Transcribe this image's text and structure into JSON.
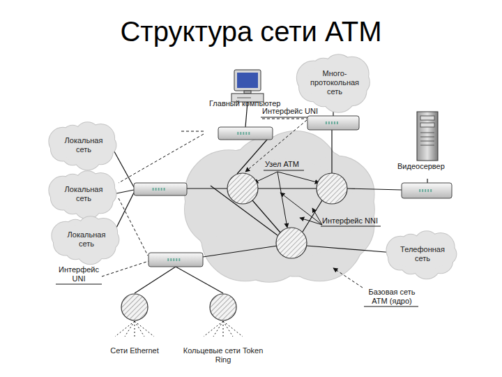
{
  "diagram": {
    "title": "Структура сети ATM",
    "nodes": [
      {
        "text": [
          "Много- протокольная сеть"
        ]
      },
      {
        "text": [
          "Локальная сеть"
        ]
      },
      {
        "text": [
          "Локальная сеть"
        ]
      },
      {
        "text": [
          "Локальная сеть"
        ]
      },
      {
        "text": [
          "Телефонная сеть"
        ]
      },
      {
        "text": [
          "Сети Ethernet"
        ]
      },
      {
        "text": [
          "Кольцевые сети Token Ring"
        ]
      }
    ],
    "labels": [
      "Главный компьютер",
      "Интерфейс UNI",
      "Видеосервер",
      "Узел ATM",
      "Интерфейс NNI",
      "Интерфейс UNI",
      "Базовая сеть ATM (ядро)"
    ]
  }
}
